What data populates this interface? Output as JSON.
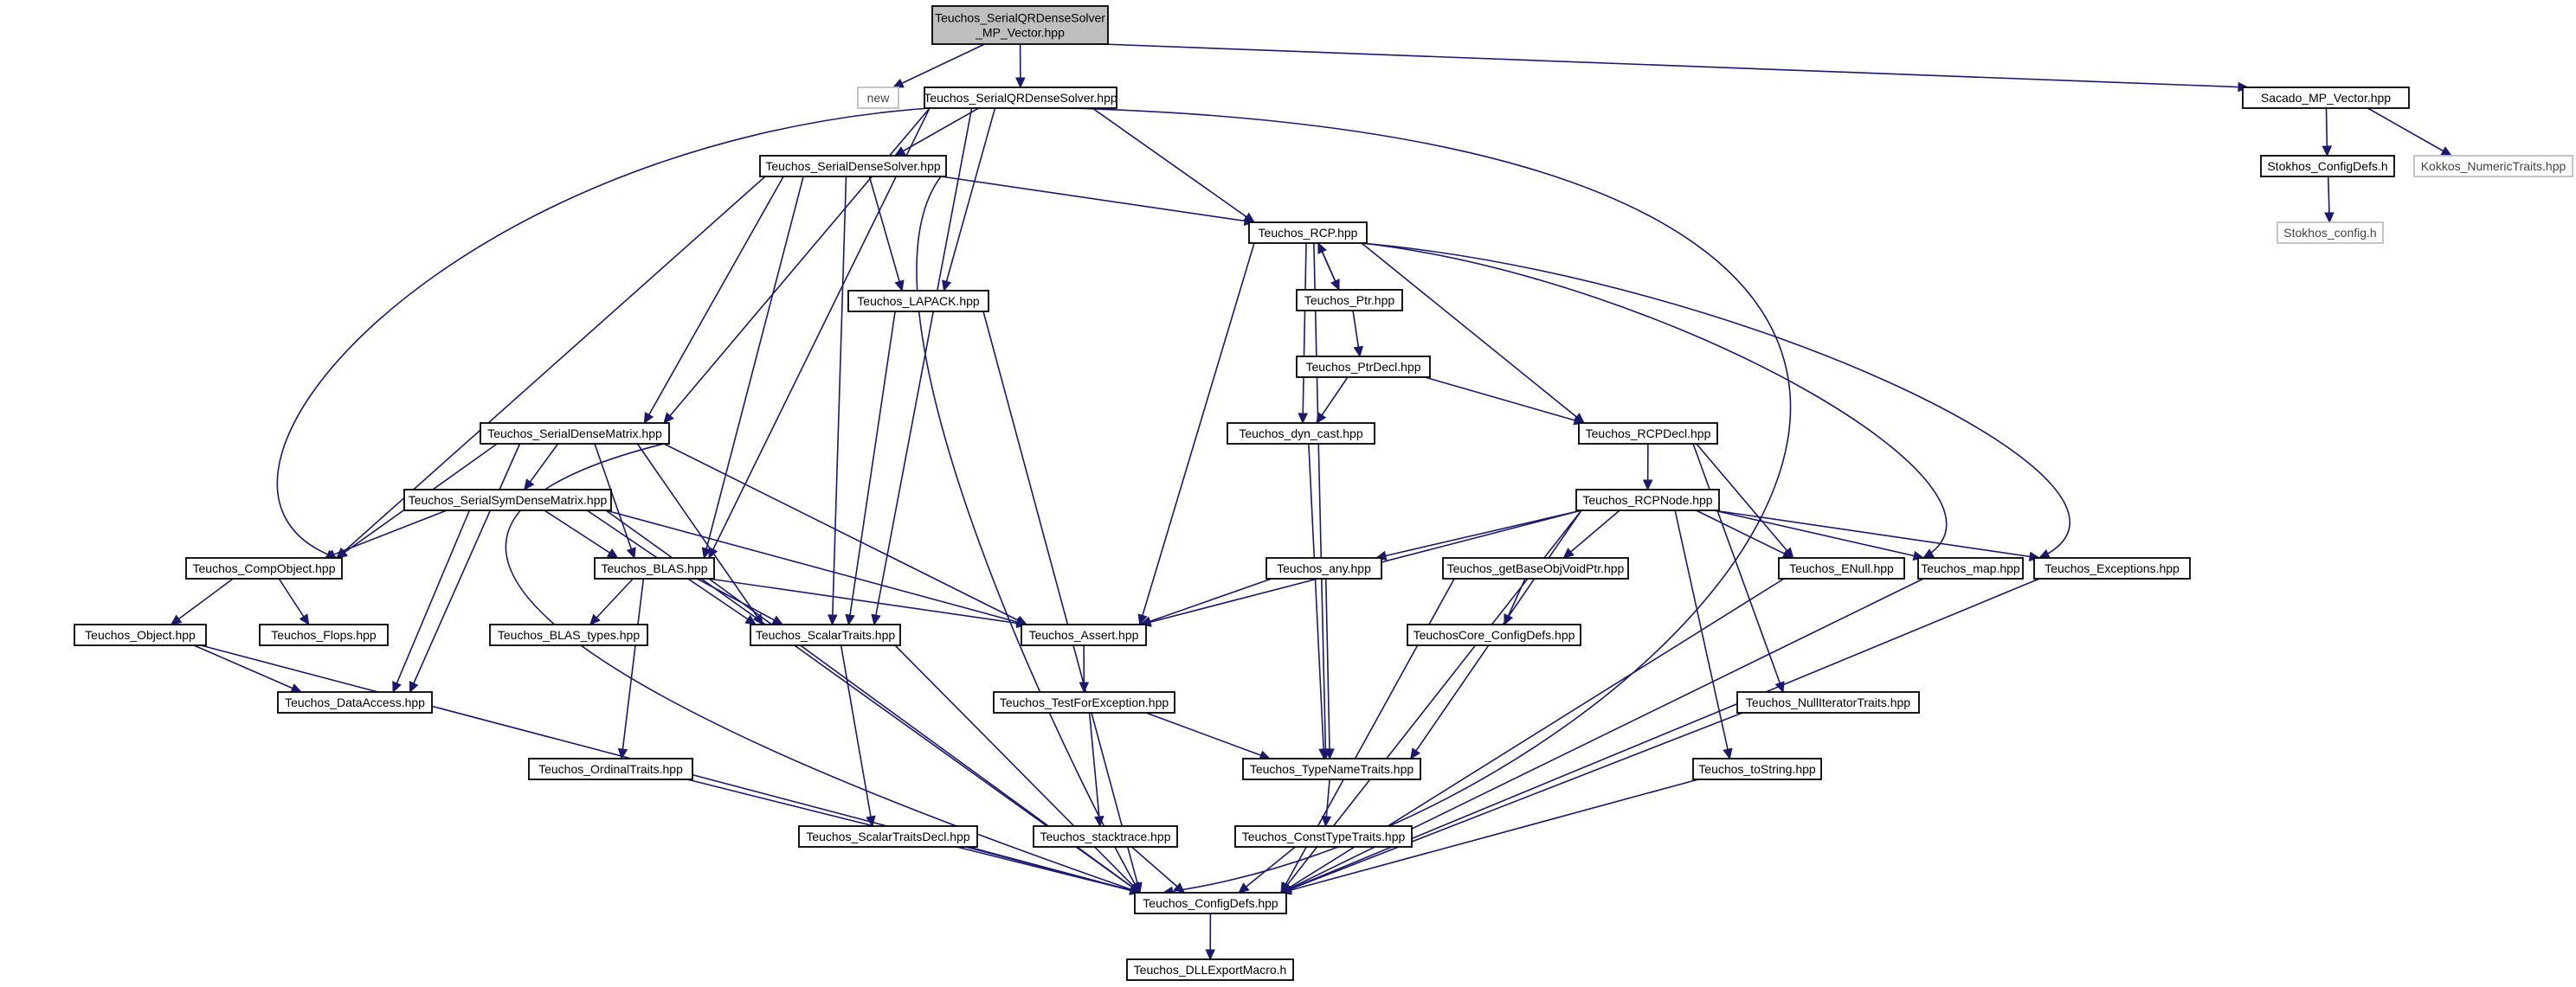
{
  "colors": {
    "edge": "#191970",
    "root_fill": "#bfbfbf",
    "node_border": "#000000",
    "external_border": "#c0c0c0"
  },
  "nodes": {
    "root": [
      "Teuchos_SerialQRDenseSolver",
      "_MP_Vector.hpp"
    ],
    "new": "new",
    "sqr": "Teuchos_SerialQRDenseSolver.hpp",
    "sacado": "Sacado_MP_Vector.hpp",
    "stokhos_cd": "Stokhos_ConfigDefs.h",
    "kokkos": "Kokkos_NumericTraits.hpp",
    "stokhos_cfg": "Stokhos_config.h",
    "sds": "Teuchos_SerialDenseSolver.hpp",
    "rcp": "Teuchos_RCP.hpp",
    "lapack": "Teuchos_LAPACK.hpp",
    "ptr": "Teuchos_Ptr.hpp",
    "ptrdecl": "Teuchos_PtrDecl.hpp",
    "sdm": "Teuchos_SerialDenseMatrix.hpp",
    "dyn": "Teuchos_dyn_cast.hpp",
    "rcpdecl": "Teuchos_RCPDecl.hpp",
    "ssdm": "Teuchos_SerialSymDenseMatrix.hpp",
    "rcpnode": "Teuchos_RCPNode.hpp",
    "compobj": "Teuchos_CompObject.hpp",
    "blas": "Teuchos_BLAS.hpp",
    "any": "Teuchos_any.hpp",
    "getbase": "Teuchos_getBaseObjVoidPtr.hpp",
    "enull": "Teuchos_ENull.hpp",
    "map": "Teuchos_map.hpp",
    "exc": "Teuchos_Exceptions.hpp",
    "object": "Teuchos_Object.hpp",
    "flops": "Teuchos_Flops.hpp",
    "blastypes": "Teuchos_BLAS_types.hpp",
    "scalar": "Teuchos_ScalarTraits.hpp",
    "assert": "Teuchos_Assert.hpp",
    "corecfg": "TeuchosCore_ConfigDefs.hpp",
    "dataacc": "Teuchos_DataAccess.hpp",
    "tfe": "Teuchos_TestForException.hpp",
    "nullit": "Teuchos_NullIteratorTraits.hpp",
    "ordinal": "Teuchos_OrdinalTraits.hpp",
    "typename": "Teuchos_TypeNameTraits.hpp",
    "tostring": "Teuchos_toString.hpp",
    "scdecl": "Teuchos_ScalarTraitsDecl.hpp",
    "stack": "Teuchos_stacktrace.hpp",
    "consttt": "Teuchos_ConstTypeTraits.hpp",
    "cfgdefs": "Teuchos_ConfigDefs.hpp",
    "dll": "Teuchos_DLLExportMacro.h"
  }
}
